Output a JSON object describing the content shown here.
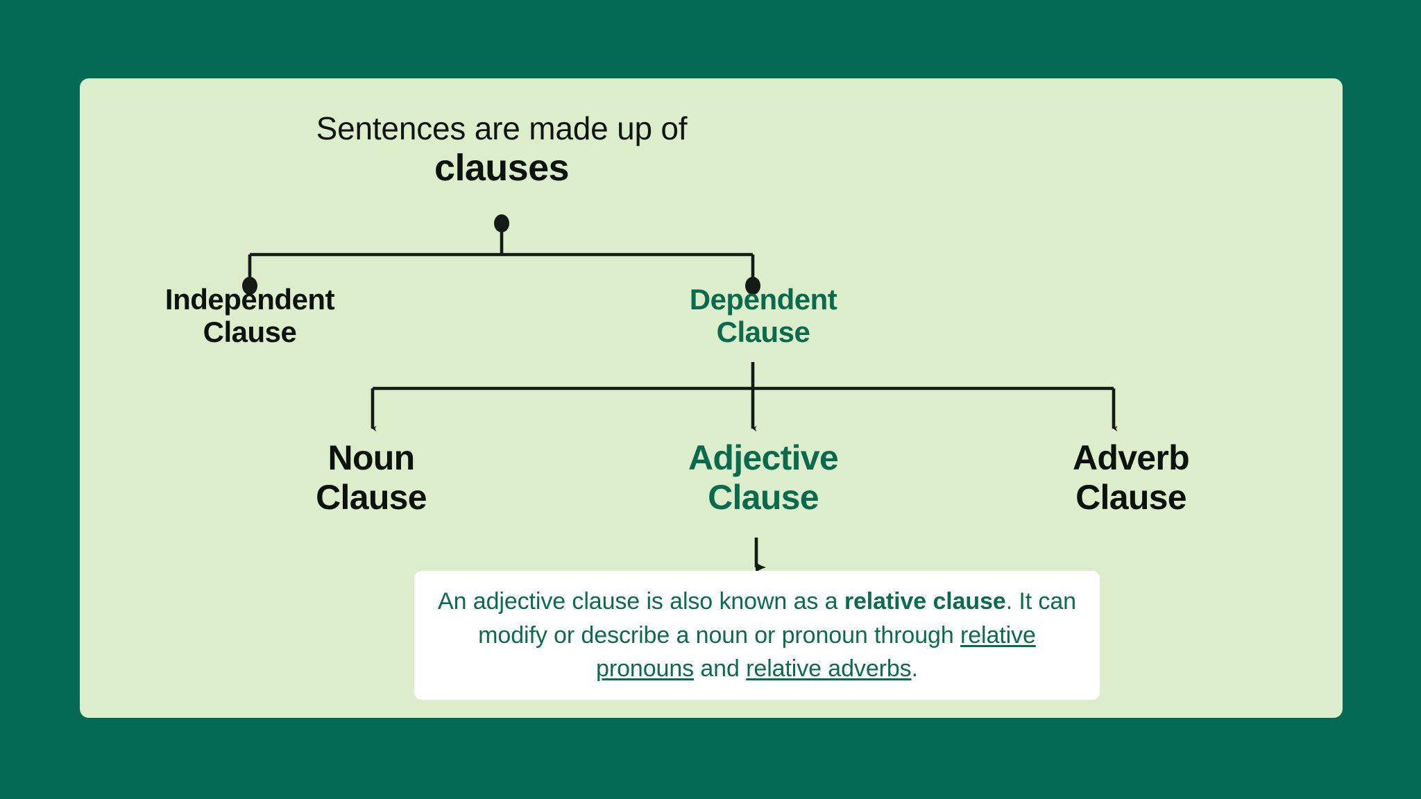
{
  "colors": {
    "background": "#056A55",
    "panel": "#DCEDCB",
    "card": "#FFFFFF",
    "dark_text": "#0D120E",
    "green_text": "#0A6A4E",
    "callout_text": "#0C6B4B",
    "connector": "#141A15"
  },
  "diagram": {
    "type": "tree",
    "root": {
      "intro": "Sentences are made up of",
      "title": "clauses"
    },
    "level2": [
      {
        "label": "Independent\nClause",
        "color": "dark",
        "marker": "dot"
      },
      {
        "label": "Dependent\nClause",
        "color": "green",
        "marker": "dot"
      }
    ],
    "level3": [
      {
        "label": "Noun\nClause",
        "color": "dark",
        "marker": "arrow"
      },
      {
        "label": "Adjective\nClause",
        "color": "green",
        "marker": "arrow"
      },
      {
        "label": "Adverb\nClause",
        "color": "dark",
        "marker": "arrow"
      }
    ],
    "callout": {
      "parent": "Adjective Clause",
      "segments": [
        {
          "text": "An adjective clause is also known as a ",
          "style": "normal"
        },
        {
          "text": "relative clause",
          "style": "bold"
        },
        {
          "text": ". It can modify or describe a noun or pronoun through ",
          "style": "normal"
        },
        {
          "text": "relative pronouns",
          "style": "link"
        },
        {
          "text": " and ",
          "style": "normal"
        },
        {
          "text": "relative adverbs",
          "style": "link"
        },
        {
          "text": ".",
          "style": "normal"
        }
      ]
    }
  }
}
